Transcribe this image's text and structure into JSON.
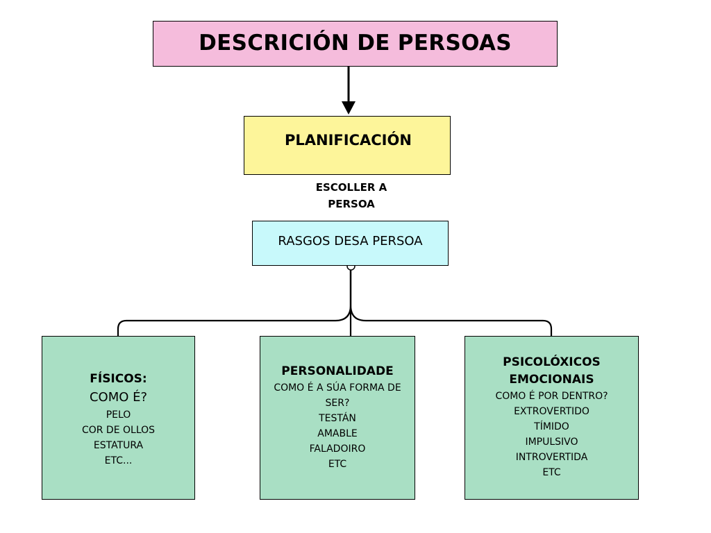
{
  "colors": {
    "title_fill": "#f5bcdc",
    "planning_fill": "#fdf59a",
    "traits_fill": "#c8f9fb",
    "category_fill": "#a9dfc4",
    "line": "#000000"
  },
  "title": "DESCRICIÓN DE PERSOAS",
  "planning": "PLANIFICACIÓN",
  "link_label": {
    "line1": "ESCOLLER A",
    "line2": "PERSOA"
  },
  "traits": "RASGOS DESA PERSOA",
  "categories": [
    {
      "heading": "FÍSICOS:",
      "subheading": "COMO É?",
      "items": [
        "PELO",
        "COR DE OLLOS",
        "ESTATURA",
        "ETC..."
      ]
    },
    {
      "heading": "PERSONALIDADE",
      "question_line1": "COMO É A SÚA FORMA DE",
      "question_line2": "SER?",
      "items": [
        "TESTÁN",
        "AMABLE",
        "FALADOIRO",
        "ETC"
      ]
    },
    {
      "heading_line1": "PSICOLÓXICOS",
      "heading_line2": "EMOCIONAIS",
      "question": "COMO É POR DENTRO?",
      "items": [
        "EXTROVERTIDO",
        "TÍMIDO",
        "IMPULSIVO",
        "INTROVERTIDA",
        "ETC"
      ]
    }
  ]
}
